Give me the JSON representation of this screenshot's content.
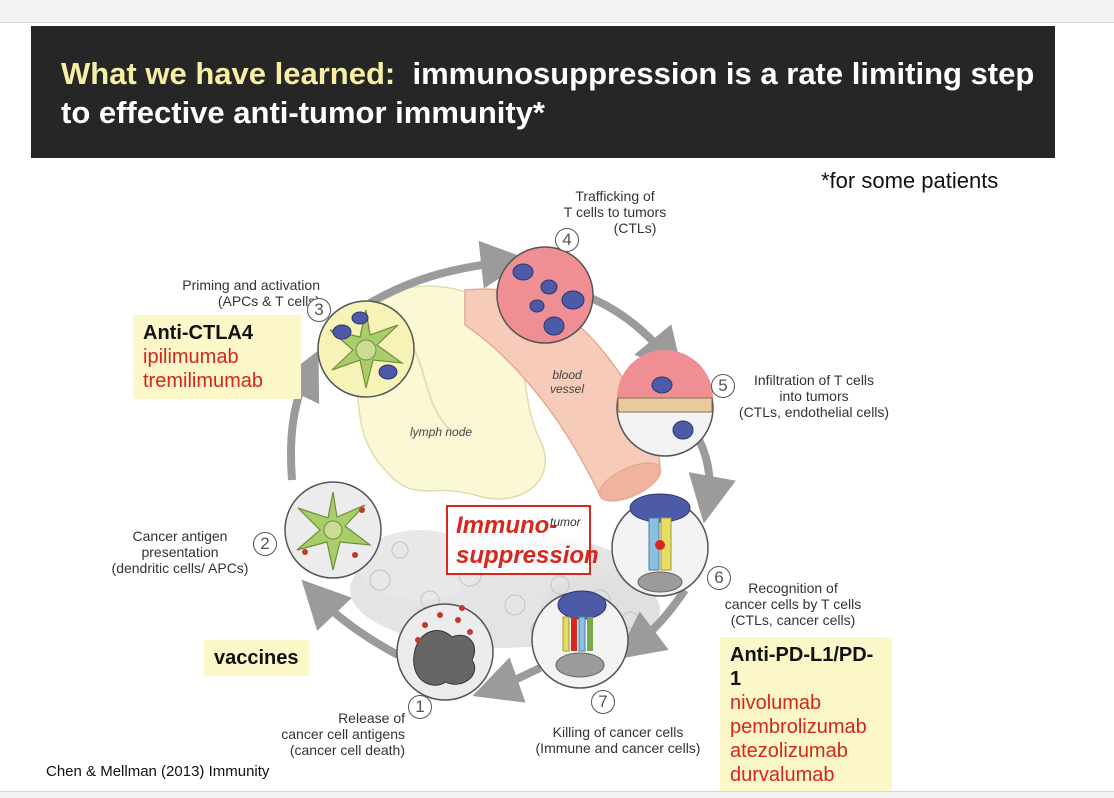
{
  "header": {
    "title_highlight": "What we have learned:",
    "title_rest": "immunosuppression is a rate limiting step to effective anti-tumor immunity*"
  },
  "footnote": "*for some patients",
  "citation": "Chen & Mellman (2013) Immunity",
  "steps": [
    {
      "num": "1",
      "lines": [
        "Release of",
        "cancer cell antigens",
        "(cancer cell death)"
      ]
    },
    {
      "num": "2",
      "lines": [
        "Cancer antigen",
        "presentation",
        "(dendritic cells/ APCs)"
      ]
    },
    {
      "num": "3",
      "lines": [
        "Priming and activation",
        "(APCs & T cells)"
      ]
    },
    {
      "num": "4",
      "lines": [
        "Trafficking of",
        "T cells to tumors",
        "(CTLs)"
      ]
    },
    {
      "num": "5",
      "lines": [
        "Infiltration of T cells",
        "into tumors",
        "(CTLs, endothelial cells)"
      ]
    },
    {
      "num": "6",
      "lines": [
        "Recognition of",
        "cancer cells by T cells",
        "(CTLs, cancer cells)"
      ]
    },
    {
      "num": "7",
      "lines": [
        "Killing of cancer cells",
        "(Immune and cancer cells)"
      ]
    }
  ],
  "tissue_labels": {
    "lymph_node": "lymph node",
    "blood_vessel": [
      "blood",
      "vessel"
    ],
    "tumor": "tumor"
  },
  "immunosuppression": {
    "line1": "Immuno-",
    "line2": "suppression"
  },
  "drugs": {
    "ctla4": {
      "title": "Anti-CTLA4",
      "names": [
        "ipilimumab",
        "tremilimumab"
      ]
    },
    "vaccines": {
      "title": "vaccines"
    },
    "pd": {
      "title": "Anti-PD-L1/PD-1",
      "names": [
        "nivolumab",
        "pembrolizumab",
        "atezolizumab",
        "durvalumab"
      ]
    }
  },
  "colors": {
    "title_bg": "#262626",
    "title_highlight": "#f6efa4",
    "drug_box": "#fbf7c8",
    "drug_name": "#d3261e",
    "immuno_red": "#d6281f",
    "cycle_arrow": "#9b9b9b"
  }
}
